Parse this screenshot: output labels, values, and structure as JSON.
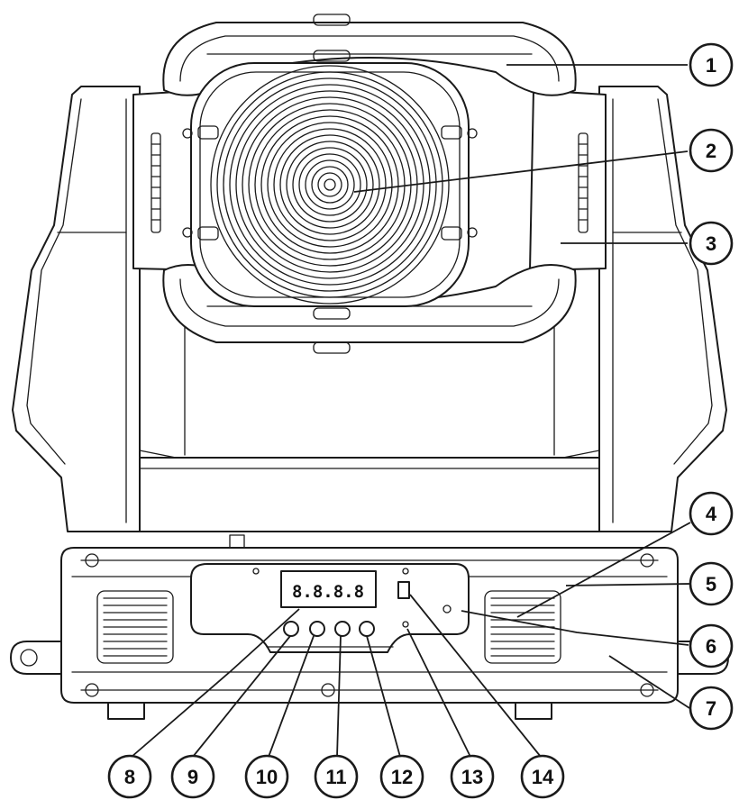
{
  "display": {
    "readout": "8.8.8.8"
  },
  "callouts": [
    "1",
    "2",
    "3",
    "4",
    "5",
    "6",
    "7",
    "8",
    "9",
    "10",
    "11",
    "12",
    "13",
    "14"
  ],
  "colors": {
    "line": "#1a1a1a",
    "background": "#ffffff"
  }
}
